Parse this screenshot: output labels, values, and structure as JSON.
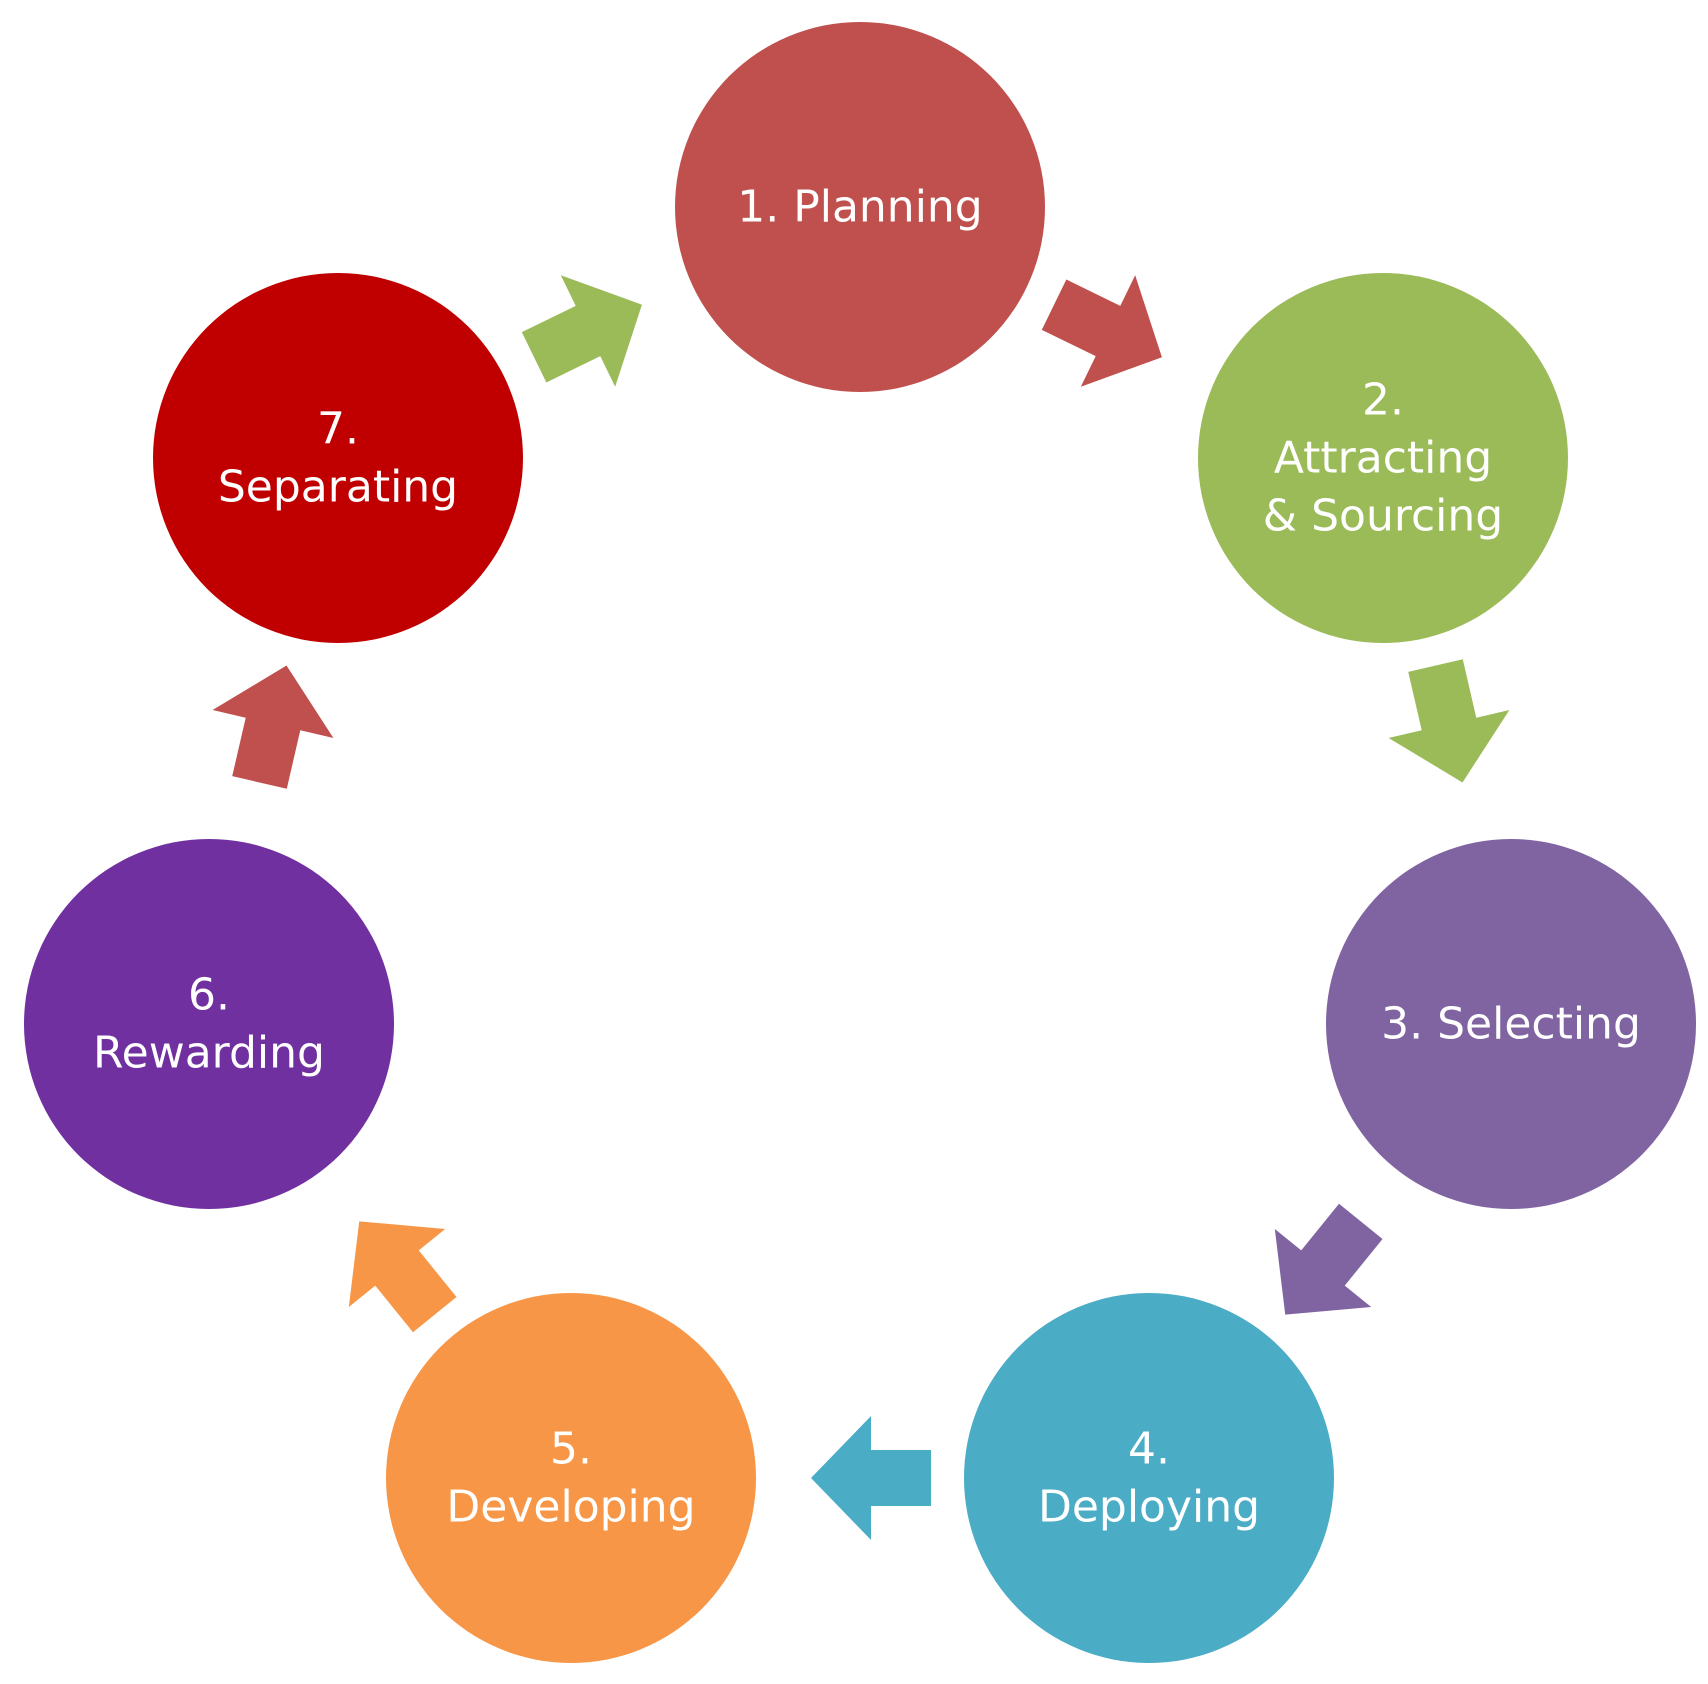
{
  "diagram": {
    "type": "cycle",
    "stages": [
      {
        "id": "planning",
        "lines": [
          "1. Planning"
        ],
        "color": "#C0504D"
      },
      {
        "id": "attracting",
        "lines": [
          "2.",
          "Attracting",
          "& Sourcing"
        ],
        "color": "#9BBB59"
      },
      {
        "id": "selecting",
        "lines": [
          "3. Selecting"
        ],
        "color": "#8064A2"
      },
      {
        "id": "deploying",
        "lines": [
          "4.",
          "Deploying"
        ],
        "color": "#4BACC6"
      },
      {
        "id": "developing",
        "lines": [
          "5.",
          "Developing"
        ],
        "color": "#F79646"
      },
      {
        "id": "rewarding",
        "lines": [
          "6.",
          "Rewarding"
        ],
        "color": "#7030A0"
      },
      {
        "id": "separating",
        "lines": [
          "7.",
          "Separating"
        ],
        "color": "#C00000"
      }
    ],
    "arrows": [
      {
        "id": "planning-to-attracting",
        "color": "#C0504D"
      },
      {
        "id": "attracting-to-selecting",
        "color": "#9BBB59"
      },
      {
        "id": "selecting-to-deploying",
        "color": "#8064A2"
      },
      {
        "id": "deploying-to-developing",
        "color": "#4BACC6"
      },
      {
        "id": "developing-to-rewarding",
        "color": "#F79646"
      },
      {
        "id": "rewarding-to-separating",
        "color": "#C0504D"
      },
      {
        "id": "separating-to-planning",
        "color": "#9BBB59"
      }
    ]
  }
}
